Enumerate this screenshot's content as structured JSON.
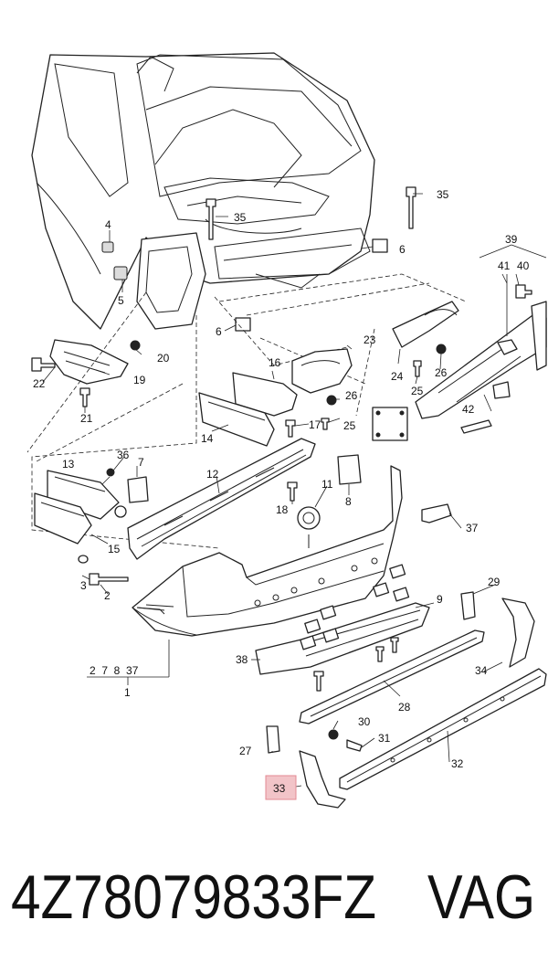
{
  "diagram": {
    "callouts": {
      "c1": "1",
      "c2": "2",
      "c3": "3",
      "c4": "4",
      "c5": "5",
      "c6a": "6",
      "c6b": "6",
      "c7": "7",
      "c8": "8",
      "c9": "9",
      "c11": "11",
      "c12": "12",
      "c13": "13",
      "c14": "14",
      "c15": "15",
      "c16": "16",
      "c17": "17",
      "c18": "18",
      "c19": "19",
      "c20": "20",
      "c21": "21",
      "c22": "22",
      "c23": "23",
      "c24": "24",
      "c25a": "25",
      "c25b": "25",
      "c26a": "26",
      "c26b": "26",
      "c27": "27",
      "c28": "28",
      "c29": "29",
      "c30": "30",
      "c31": "31",
      "c32": "32",
      "c33": "33",
      "c34": "34",
      "c35a": "35",
      "c35b": "35",
      "c36": "36",
      "c37a": "37",
      "c37b": "37",
      "c38": "38",
      "c39": "39",
      "c40": "40",
      "c41": "41",
      "c42": "42"
    },
    "group_label": "2  7  8  37",
    "highlighted_callout": "33",
    "highlight_color": "#f2c4c8",
    "highlight_border": "#e38a93"
  },
  "footer": {
    "part_number": "4Z78079833FZ",
    "brand": "VAG"
  }
}
